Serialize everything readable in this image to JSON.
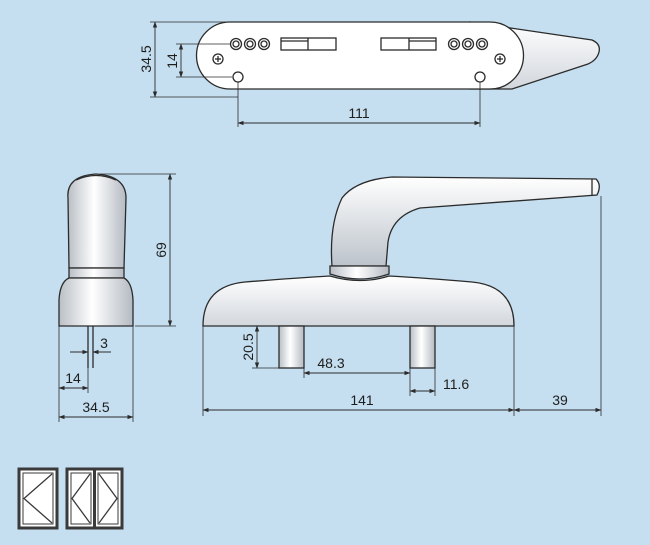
{
  "colors": {
    "background": "#c5dff0",
    "line": "#2b2b2b",
    "part_fill_light": "#ffffff",
    "part_fill_shade": "#c9ced4",
    "text": "#1e1e1e"
  },
  "top_view": {
    "dim_height": "34.5",
    "dim_hole_offset": "14",
    "dim_hole_spacing": "111"
  },
  "side_view": {
    "dim_height": "69",
    "dim_spindle": "3",
    "dim_offset": "14",
    "dim_width": "34.5"
  },
  "front_view": {
    "dim_spindle_length": "20.5",
    "dim_spindle_spacing": "48.3",
    "dim_pin_width": "11.6",
    "dim_base_length": "141",
    "dim_handle_overhang": "39"
  },
  "window_icons": [
    {
      "name": "single-sash-window-icon"
    },
    {
      "name": "double-sash-window-icon"
    }
  ]
}
